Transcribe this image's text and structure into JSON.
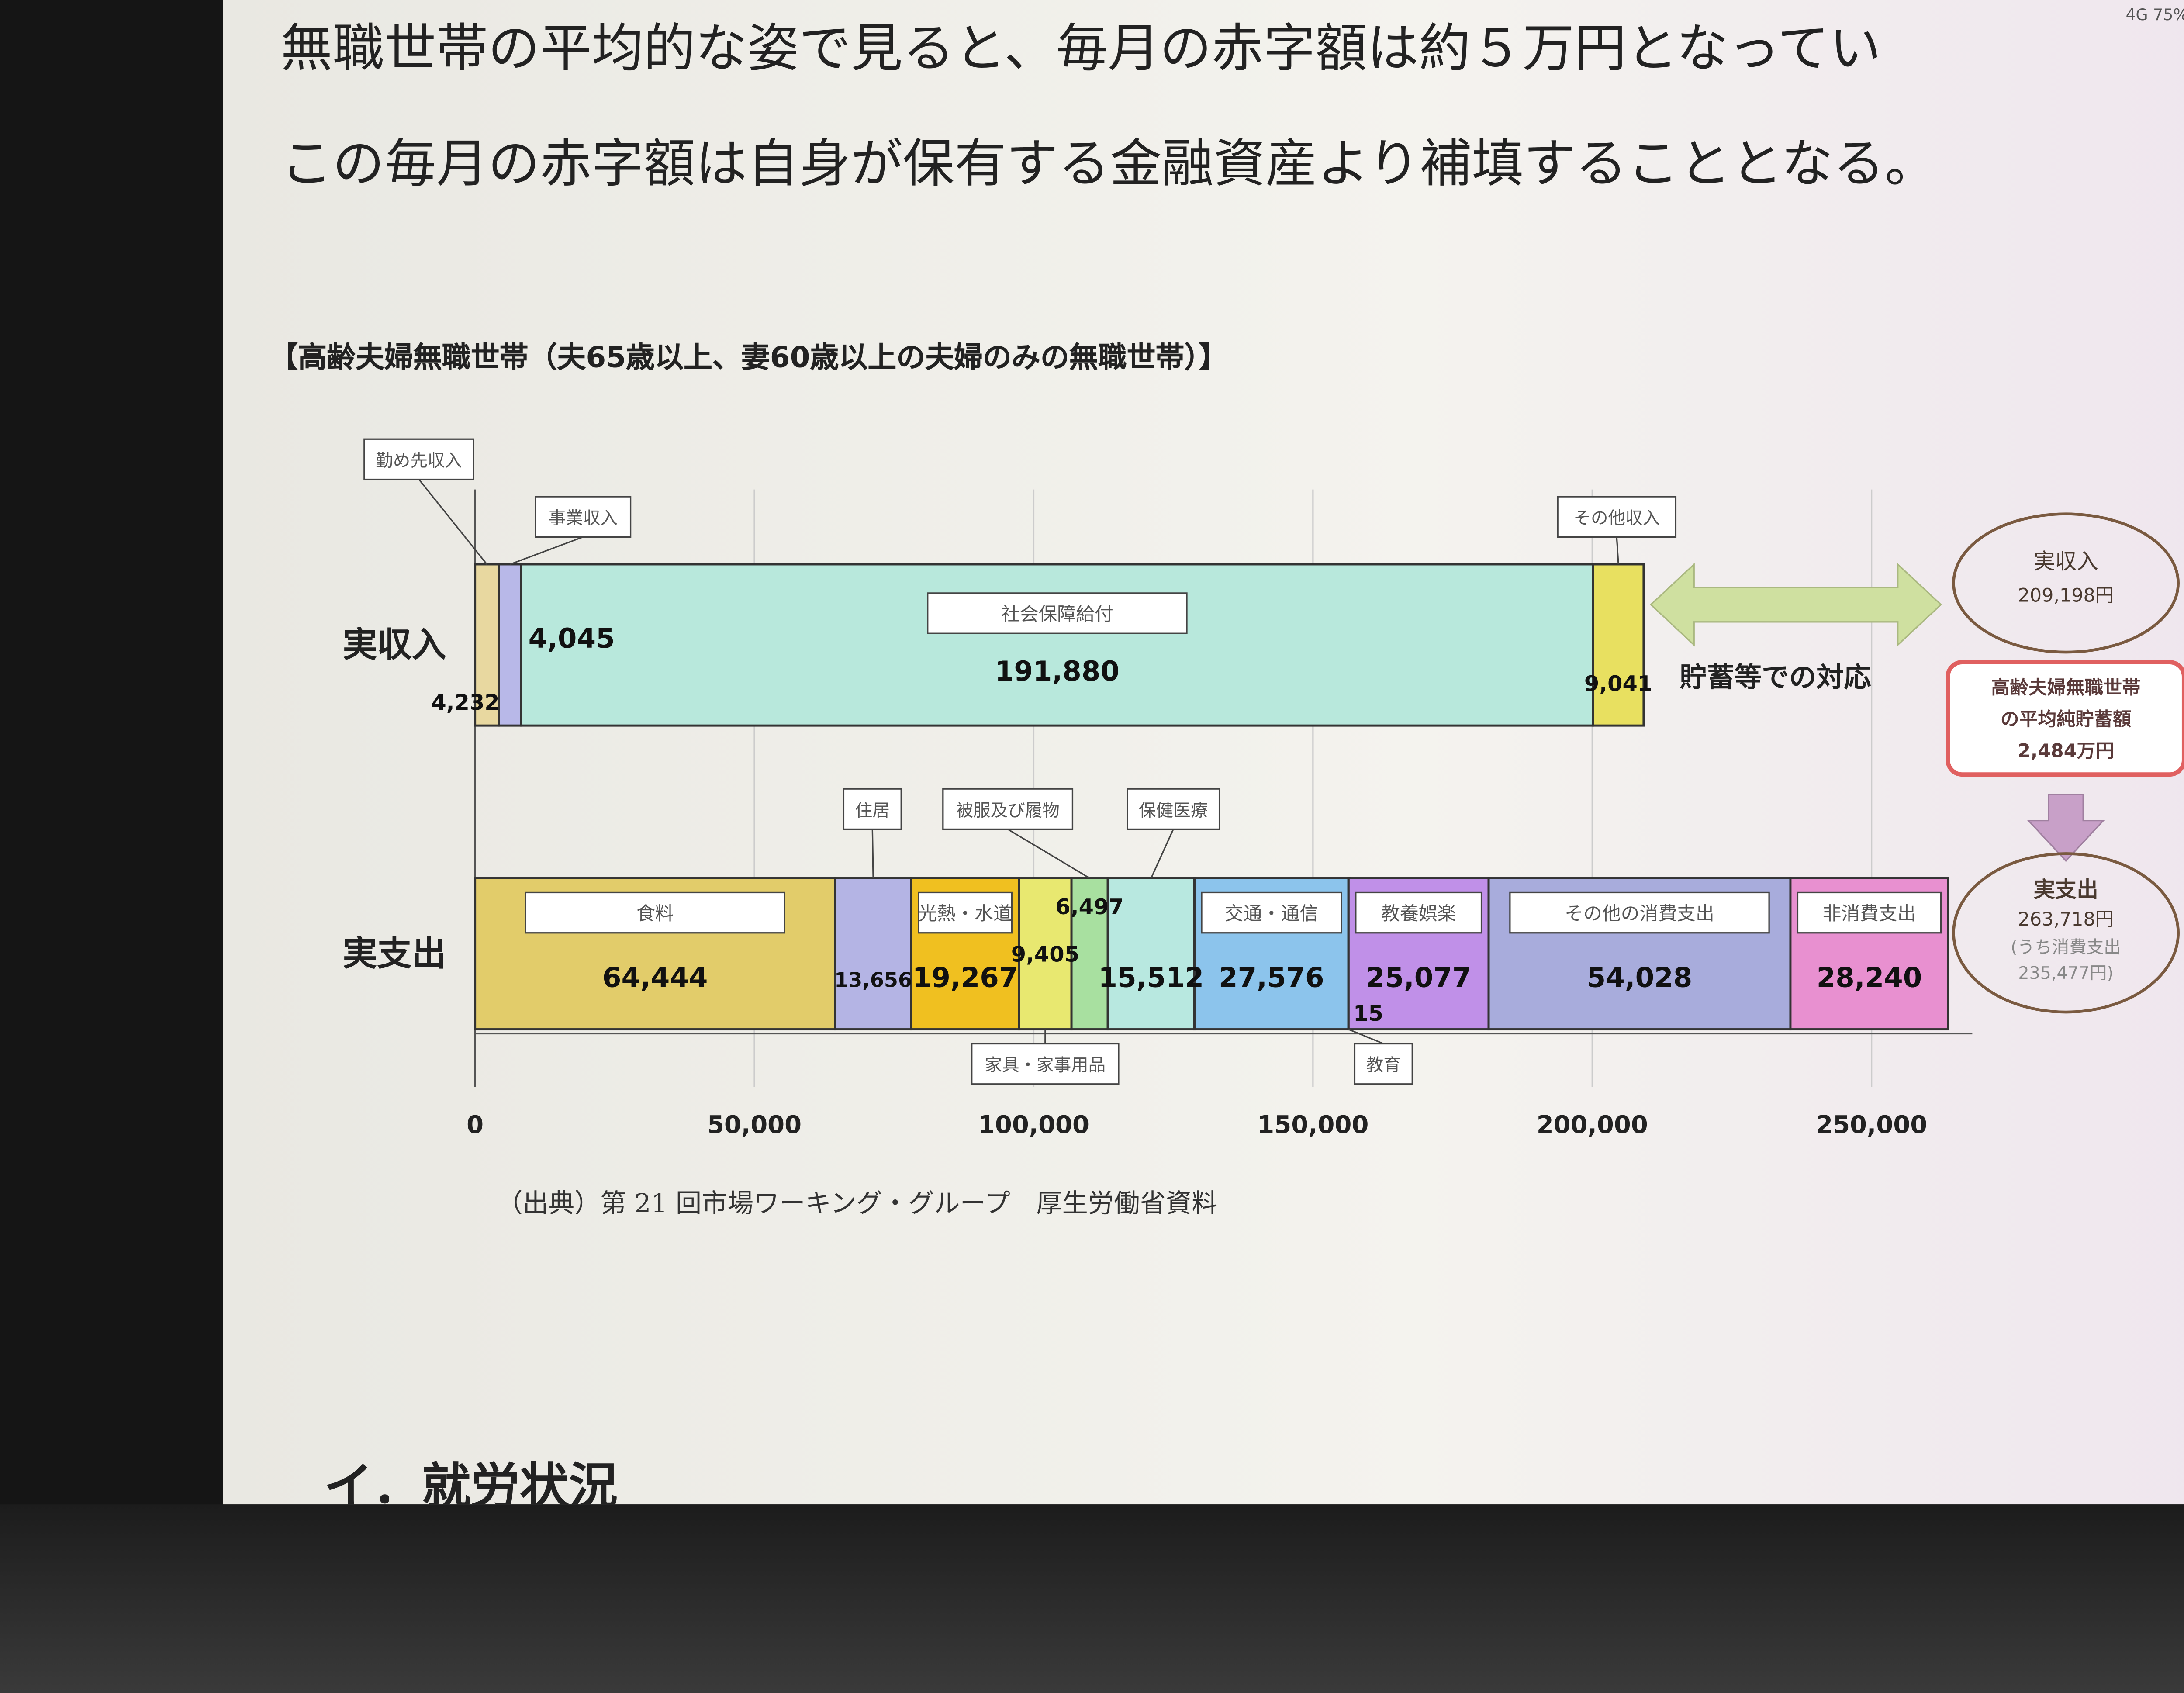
{
  "status_bar": {
    "signal": "4G",
    "battery": "75%"
  },
  "text_lines": [
    "無職世帯の平均的な姿で見ると、毎月の赤字額は約５万円となってい",
    "この毎月の赤字額は自身が保有する金融資産より補填することとなる。"
  ],
  "chart_title": "【高齢夫婦無職世帯（夫65歳以上、妻60歳以上の夫婦のみの無職世帯）】",
  "source": "（出典）第 21 回市場ワーキング・グループ　厚生労働省資料",
  "next_section": "イ．就労状況",
  "chart_data": {
    "type": "bar",
    "stacked": true,
    "orientation": "horizontal",
    "categories": [
      "実収入",
      "実支出"
    ],
    "xlim": [
      0,
      260000
    ],
    "x_ticks": [
      "0",
      "50,000",
      "100,000",
      "150,000",
      "200,000",
      "250,000"
    ],
    "grid": true,
    "income": [
      {
        "name": "勤め先収入",
        "value": 4232,
        "label": "4,232",
        "color": "#e8d8a0"
      },
      {
        "name": "事業収入",
        "value": 4045,
        "label": "4,045",
        "color": "#b8b8e8"
      },
      {
        "name": "社会保障給付",
        "value": 191880,
        "label": "191,880",
        "color": "#b8e8dc"
      },
      {
        "name": "その他収入",
        "value": 9041,
        "label": "9,041",
        "color": "#e8e060"
      }
    ],
    "expense": [
      {
        "name": "食料",
        "value": 64444,
        "label": "64,444",
        "color": "#e2cc6a"
      },
      {
        "name": "住居",
        "value": 13656,
        "label": "13,656",
        "color": "#b4b4e4"
      },
      {
        "name": "光熱・水道",
        "value": 19267,
        "label": "19,267",
        "color": "#f0c020"
      },
      {
        "name": "家具・家事用品",
        "value": 9405,
        "label": "9,405",
        "color": "#e8e870"
      },
      {
        "name": "被服及び履物",
        "value": 6497,
        "label": "6,497",
        "color": "#a8e0a0"
      },
      {
        "name": "保健医療",
        "value": 15512,
        "label": "15,512",
        "color": "#b8e8e0"
      },
      {
        "name": "交通・通信",
        "value": 27576,
        "label": "27,576",
        "color": "#8cc4ec"
      },
      {
        "name": "教育",
        "value": 15,
        "label": "15",
        "color": "#6080c0"
      },
      {
        "name": "教養娯楽",
        "value": 25077,
        "label": "25,077",
        "color": "#c090e8"
      },
      {
        "name": "その他の消費支出",
        "value": 54028,
        "label": "54,028",
        "color": "#a8acdc"
      },
      {
        "name": "非消費支出",
        "value": 28240,
        "label": "28,240",
        "color": "#e890d0"
      }
    ],
    "gap_label": "貯蓄等での対応",
    "income_total": {
      "title": "実収入",
      "value": "209,198円"
    },
    "savings": {
      "lines": [
        "高齢夫婦無職世帯",
        "の平均純貯蓄額",
        "2,484万円"
      ]
    },
    "expense_total": {
      "title": "実支出",
      "value": "263,718円",
      "sub_label": "(うち消費支出",
      "sub_value": "235,477円)"
    }
  }
}
